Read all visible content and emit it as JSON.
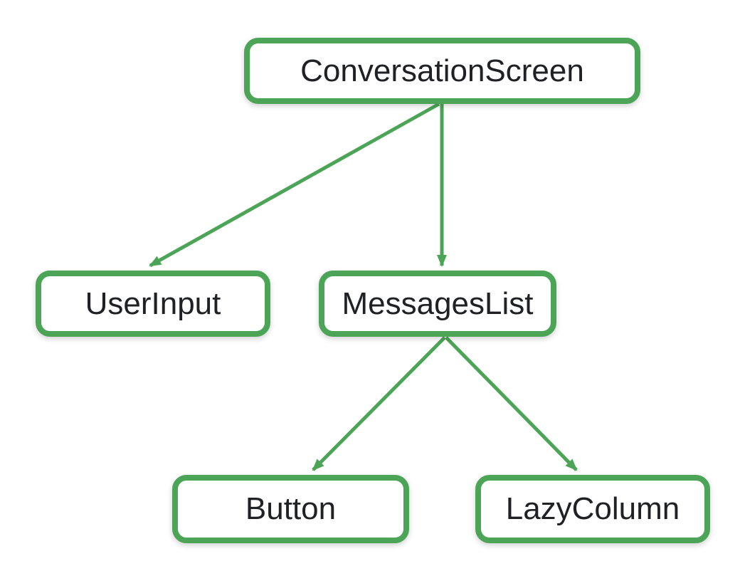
{
  "diagram": {
    "type": "component-tree",
    "colors": {
      "accent": "#4CA456",
      "text": "#202124",
      "background": "#FFFFFF",
      "node_fill": "#FFFFFF"
    },
    "nodes": [
      {
        "id": "conversation-screen",
        "label": "ConversationScreen",
        "level": 0
      },
      {
        "id": "user-input",
        "label": "UserInput",
        "level": 1
      },
      {
        "id": "messages-list",
        "label": "MessagesList",
        "level": 1
      },
      {
        "id": "button",
        "label": "Button",
        "level": 2
      },
      {
        "id": "lazy-column",
        "label": "LazyColumn",
        "level": 2
      }
    ],
    "edges": [
      {
        "from": "ConversationScreen",
        "to": "UserInput"
      },
      {
        "from": "ConversationScreen",
        "to": "MessagesList"
      },
      {
        "from": "MessagesList",
        "to": "Button"
      },
      {
        "from": "MessagesList",
        "to": "LazyColumn"
      }
    ]
  }
}
